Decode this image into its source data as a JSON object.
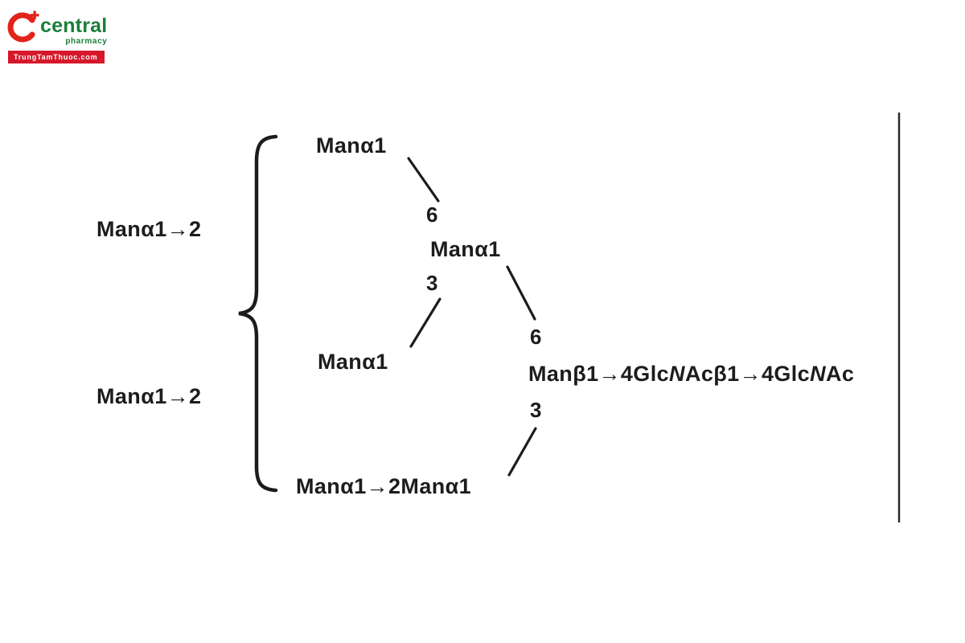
{
  "logo": {
    "name": "central",
    "tagline": "pharmacy",
    "banner": "TrungTamThuoc.com",
    "plus": "✚",
    "colors": {
      "red": "#e2231a",
      "green": "#1b7f3b"
    }
  },
  "diagram": {
    "residue_left_upper": "Manα1→2",
    "residue_left_lower": "Manα1→2",
    "branch_top": "Manα1",
    "linkage_6_upper": "6",
    "branch_mid": "Manα1",
    "linkage_3_upper": "3",
    "branch_lower": "Manα1",
    "linkage_6_core": "6",
    "linkage_3_core": "3",
    "bottom_arm": "Manα1→2Manα1",
    "core": {
      "p1": "Manβ1→4Glc",
      "n1": "N",
      "p2": "Acβ1→4Glc",
      "n2": "N",
      "p3": "Ac"
    }
  }
}
